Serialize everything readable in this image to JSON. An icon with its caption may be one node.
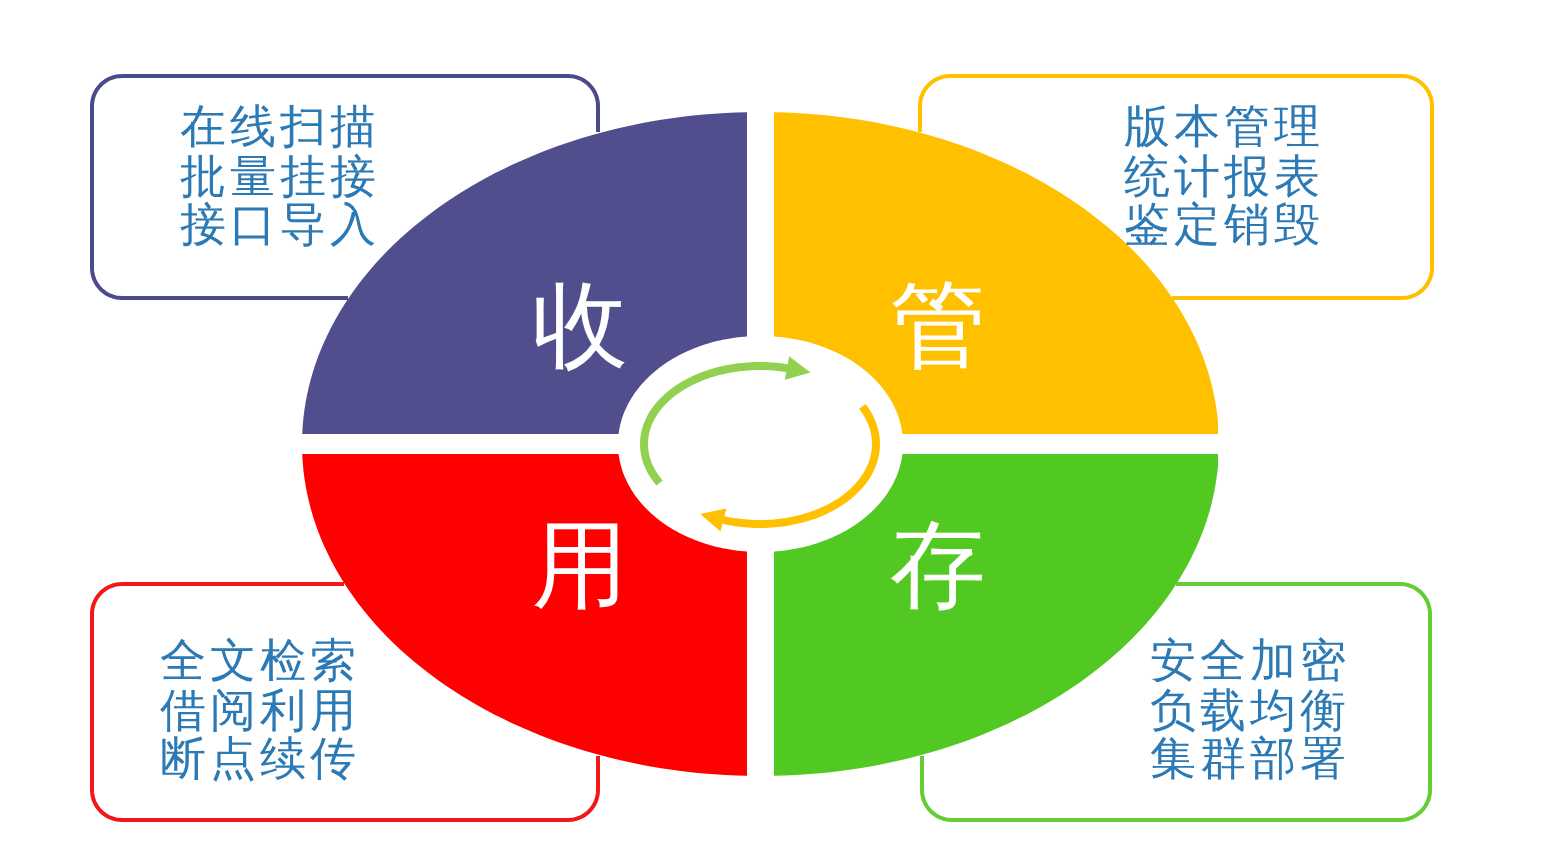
{
  "diagram": {
    "nodes": [
      {
        "text": [
          "在线扫描",
          "批量挂接",
          "接口导入"
        ]
      },
      {
        "text": [
          "版本管理",
          "统计报表",
          "鉴定销毁"
        ]
      },
      {
        "text": [
          "收"
        ]
      },
      {
        "text": [
          "管"
        ]
      },
      {
        "text": [
          "用"
        ]
      },
      {
        "text": [
          "存"
        ]
      },
      {
        "text": [
          "全文检索",
          "借阅利用",
          "断点续传"
        ]
      },
      {
        "text": [
          "安全加密",
          "负载均衡",
          "集群部署"
        ]
      }
    ]
  }
}
